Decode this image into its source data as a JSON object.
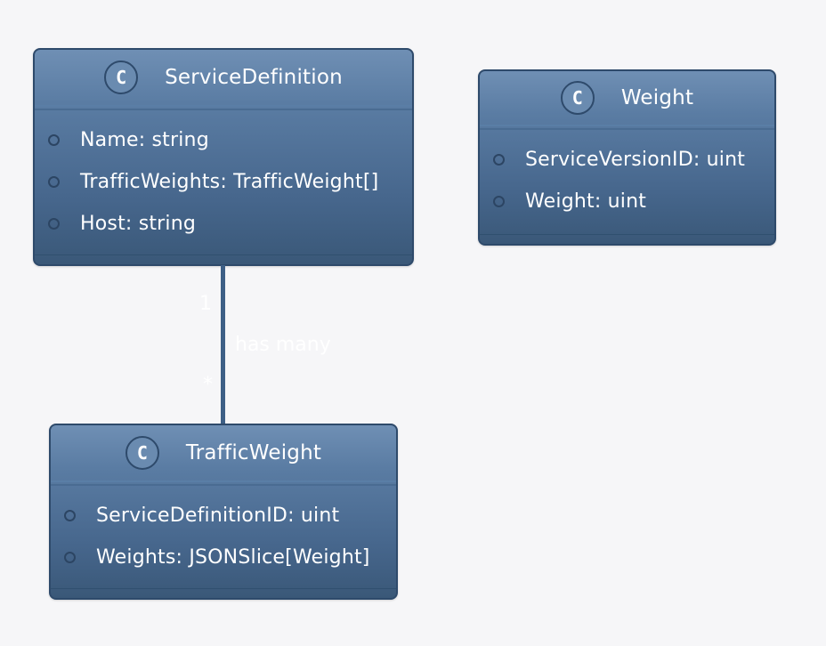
{
  "classes": [
    {
      "id": "service-definition",
      "stereotype": "C",
      "name": "ServiceDefinition",
      "members": [
        "Name: string",
        "TrafficWeights: TrafficWeight[]",
        "Host: string"
      ]
    },
    {
      "id": "weight",
      "stereotype": "C",
      "name": "Weight",
      "members": [
        "ServiceVersionID: uint",
        "Weight: uint"
      ]
    },
    {
      "id": "traffic-weight",
      "stereotype": "C",
      "name": "TrafficWeight",
      "members": [
        "ServiceDefinitionID: uint",
        "Weights: JSONSlice[Weight]"
      ]
    }
  ],
  "relation": {
    "from": "ServiceDefinition",
    "to": "TrafficWeight",
    "label": "has many",
    "source_multiplicity": "1",
    "target_multiplicity": "*"
  },
  "colors": {
    "background": "#f6f6f8",
    "class_fill_top": "#6f8fb4",
    "class_fill_bottom": "#3a5878",
    "class_border": "#2e4a6b",
    "line": "#3d5f86",
    "text": "#ffffff"
  }
}
